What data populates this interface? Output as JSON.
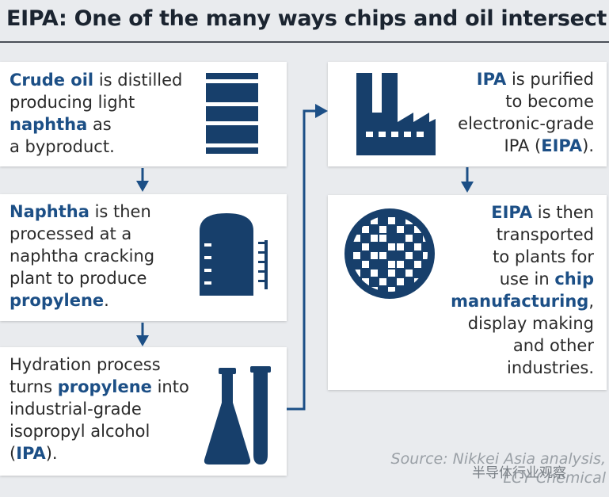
{
  "title": "EIPA: One of the many ways chips and oil intersect",
  "steps": [
    {
      "parts": [
        {
          "t": "Crude oil",
          "b": true
        },
        {
          "t": " is distilled\nproducing light\n"
        },
        {
          "t": "naphtha",
          "b": true
        },
        {
          "t": " as\na byproduct."
        }
      ],
      "icon": "oil-barrel-icon"
    },
    {
      "parts": [
        {
          "t": "Naphtha",
          "b": true
        },
        {
          "t": " is then\nprocessed at a\nnaphtha cracking\nplant to produce\n"
        },
        {
          "t": "propylene",
          "b": true
        },
        {
          "t": "."
        }
      ],
      "icon": "storage-tank-icon"
    },
    {
      "parts": [
        {
          "t": "Hydration process\nturns "
        },
        {
          "t": "propylene",
          "b": true
        },
        {
          "t": " into\nindustrial-grade\nisopropyl alcohol\n("
        },
        {
          "t": "IPA",
          "b": true
        },
        {
          "t": ")."
        }
      ],
      "icon": "lab-flask-icon"
    },
    {
      "parts": [
        {
          "t": "IPA",
          "b": true
        },
        {
          "t": " is purified\nto become\nelectronic-grade\nIPA ("
        },
        {
          "t": "EIPA",
          "b": true
        },
        {
          "t": ")."
        }
      ],
      "icon": "factory-icon"
    },
    {
      "parts": [
        {
          "t": "EIPA",
          "b": true
        },
        {
          "t": " is then\ntransported\nto plants for\nuse in "
        },
        {
          "t": "chip\nmanufacturing",
          "b": true
        },
        {
          "t": ",\ndisplay making\nand other\nindustries."
        }
      ],
      "icon": "silicon-wafer-icon"
    }
  ],
  "source": "Source: Nikkei Asia analysis,\nLCY Chemical",
  "watermark": "半导体行业观察",
  "colors": {
    "accent": "#1c4f86",
    "icon": "#173f6b",
    "arrow": "#1c4f86"
  }
}
